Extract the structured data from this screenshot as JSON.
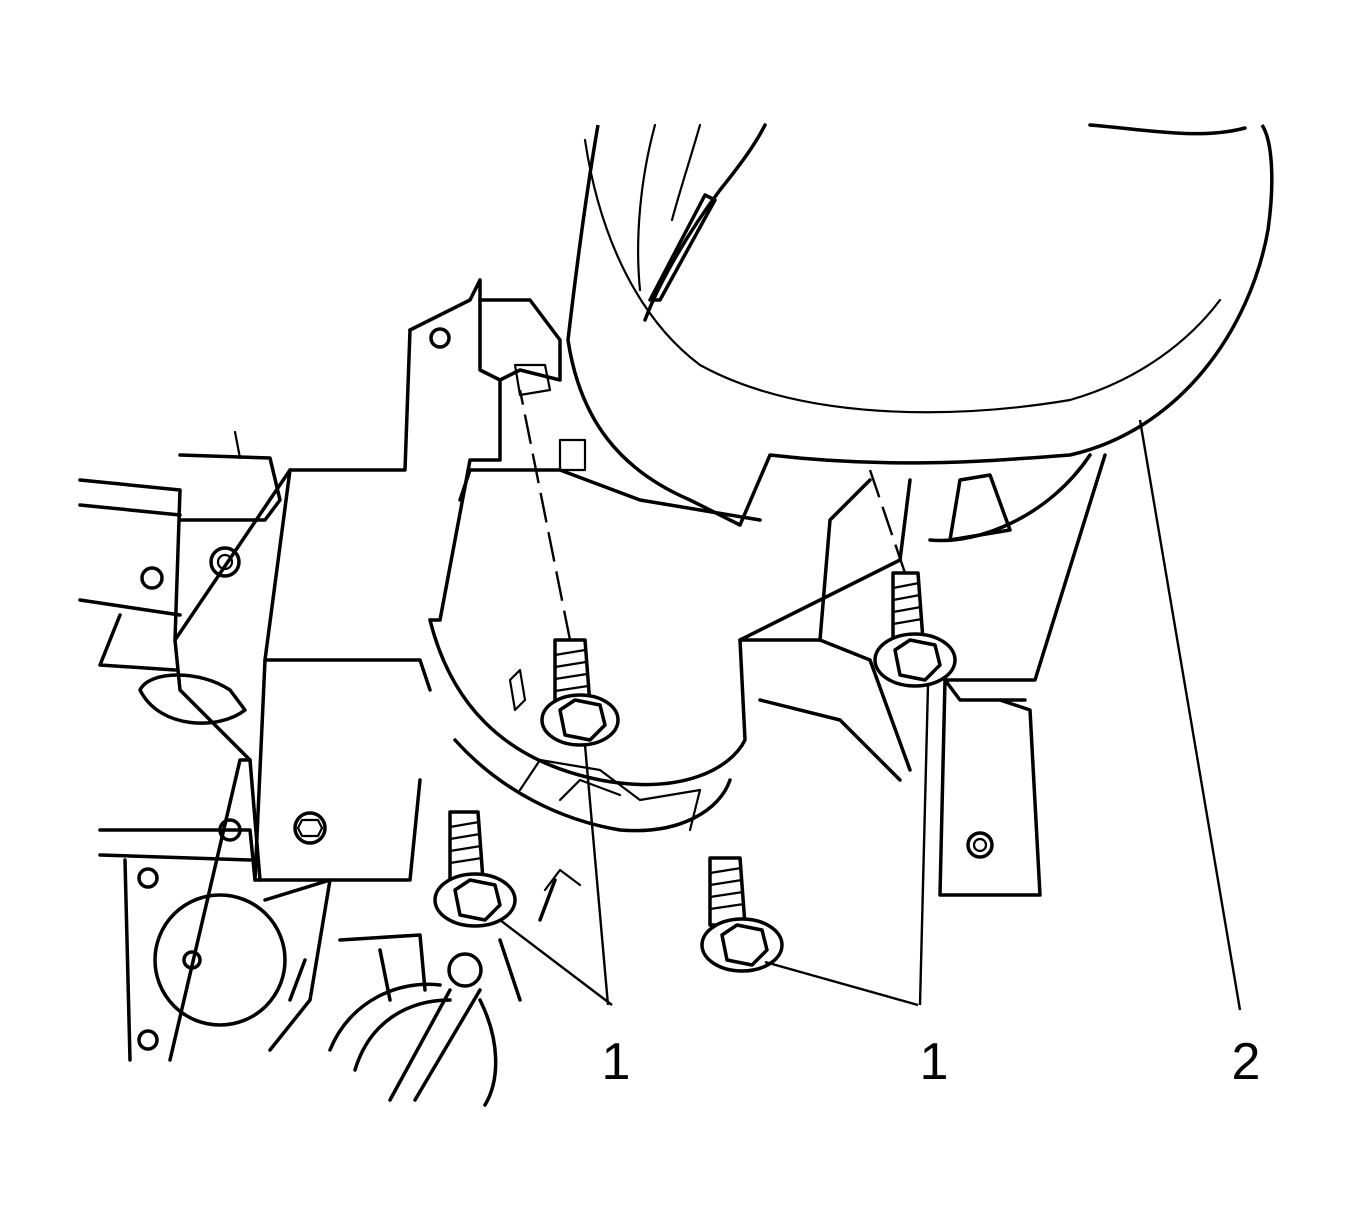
{
  "callouts": {
    "bolts_left": "1",
    "bolts_right": "1",
    "component": "2"
  },
  "colors": {
    "line": "#000000",
    "background": "#ffffff"
  }
}
